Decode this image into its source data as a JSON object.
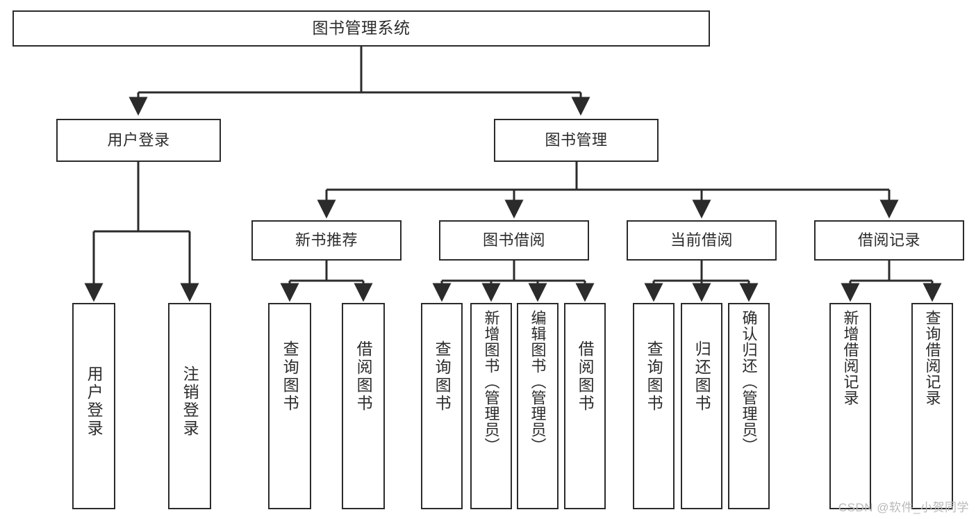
{
  "diagram": {
    "title": "图书管理系统",
    "type": "tree-hierarchy-diagram",
    "colors": {
      "box_border": "#2b2b2b",
      "box_fill": "#ffffff",
      "connector": "#2b2b2b",
      "background": "#ffffff",
      "watermark": "#b9b9b9"
    },
    "root": {
      "label": "图书管理系统"
    },
    "level2": [
      {
        "label": "用户登录"
      },
      {
        "label": "图书管理"
      }
    ],
    "level3": [
      {
        "label": "新书推荐"
      },
      {
        "label": "图书借阅"
      },
      {
        "label": "当前借阅"
      },
      {
        "label": "借阅记录"
      }
    ],
    "leaves": {
      "user_login": [
        {
          "label": "用户登录"
        },
        {
          "label": "注销登录"
        }
      ],
      "new_book_recommend": [
        {
          "label": "查询图书"
        },
        {
          "label": "借阅图书"
        }
      ],
      "book_borrow": [
        {
          "label": "查询图书"
        },
        {
          "label": "新增图书（管理员）"
        },
        {
          "label": "编辑图书（管理员）"
        },
        {
          "label": "借阅图书"
        }
      ],
      "current_borrow": [
        {
          "label": "查询图书"
        },
        {
          "label": "归还图书"
        },
        {
          "label": "确认归还（管理员）"
        }
      ],
      "borrow_record": [
        {
          "label": "新增借阅记录"
        },
        {
          "label": "查询借阅记录"
        }
      ]
    },
    "watermark": "CSDN @软件_小贺同学"
  }
}
